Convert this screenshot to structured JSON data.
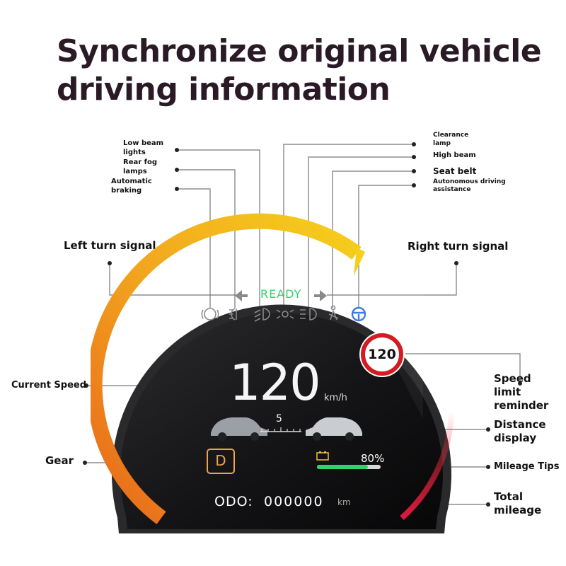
{
  "headline": {
    "line1": "Synchronize original vehicle",
    "line2": "driving information"
  },
  "callouts": {
    "low_beam": "Low beam lights",
    "rear_fog": "Rear fog lamps",
    "auto_braking": "Automatic braking",
    "clearance": "Clearance lamp",
    "high_beam": "High beam",
    "seat_belt": "Seat belt",
    "autonomous": "Autonomous driving assistance",
    "left_turn": "Left turn signal",
    "right_turn": "Right turn signal",
    "current_speed": "Current Speed",
    "speed_limit": "Speed limit reminder",
    "distance": "Distance display",
    "gear": "Gear",
    "mileage_tips": "Mileage Tips",
    "total_mileage": "Total mileage"
  },
  "display": {
    "ready": "READY",
    "speed": "120",
    "speed_unit": "km/h",
    "speed_limit": "120",
    "distance_value": "5",
    "gear": "D",
    "battery_percent": "80%",
    "battery_level": 0.8,
    "odo_label": "ODO:",
    "odo_value": "000000",
    "odo_unit": "km"
  },
  "colors": {
    "arc_start": "#f07a1e",
    "arc_end": "#f5c21c",
    "ready": "#2fd36a",
    "battery_bar": "#2fd36a",
    "gear": "#f0a24a",
    "autonomous_icon": "#3a7bdf",
    "limit_ring": "#d01c22"
  },
  "icons": [
    "parking-brake-icon",
    "rear-fog-icon",
    "low-beam-icon",
    "clearance-lamp-icon",
    "high-beam-icon",
    "seat-belt-icon",
    "steering-wheel-icon",
    "left-arrow-icon",
    "right-arrow-icon",
    "car-icon",
    "battery-icon"
  ]
}
